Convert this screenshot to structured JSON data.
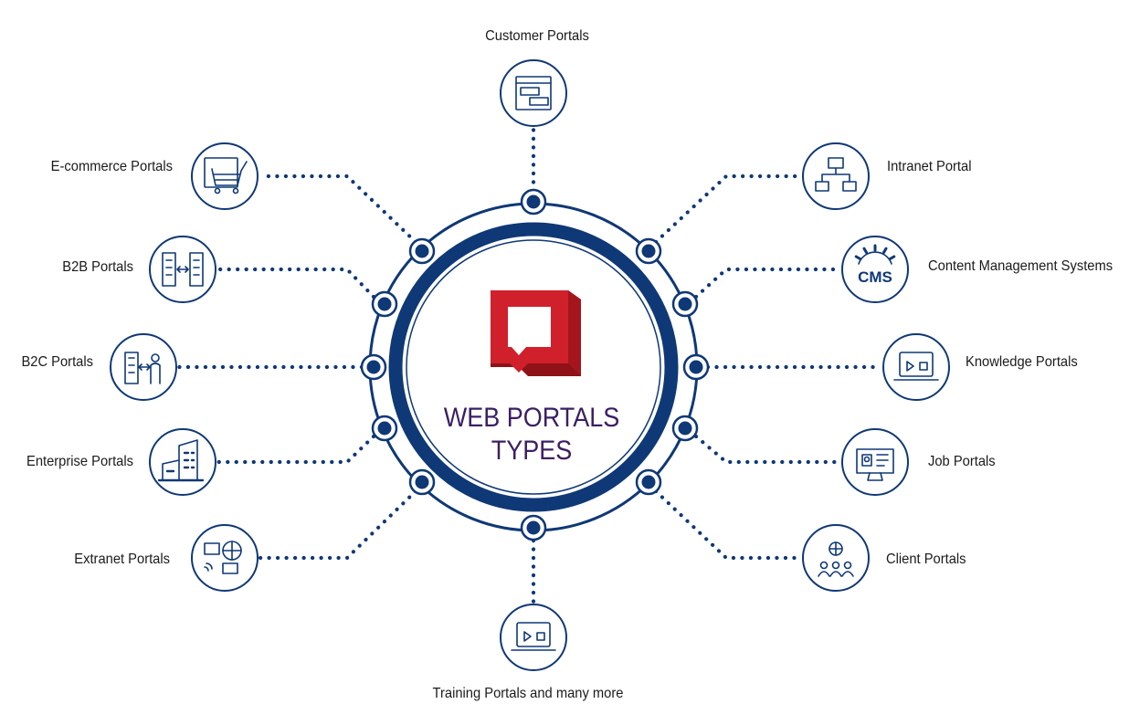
{
  "title": {
    "line1": "WEB PORTALS",
    "line2": "TYPES"
  },
  "colors": {
    "navy": "#0f3876",
    "logo_red": "#d0202b",
    "title_purple": "#3b1f63"
  },
  "portals": [
    {
      "label": "Customer Portals",
      "icon": "chat-window-icon"
    },
    {
      "label": "Intranet Portal",
      "icon": "network-computers-icon"
    },
    {
      "label": "Content Management Systems",
      "icon": "cms-gear-icon"
    },
    {
      "label": "Knowledge Portals",
      "icon": "video-laptop-icon"
    },
    {
      "label": "Job Portals",
      "icon": "job-profile-monitor-icon"
    },
    {
      "label": "Client Portals",
      "icon": "client-group-icon"
    },
    {
      "label": "Training Portals and many more",
      "icon": "training-video-laptop-icon"
    },
    {
      "label": "Extranet Portals",
      "icon": "extranet-globe-icon"
    },
    {
      "label": "Enterprise Portals",
      "icon": "enterprise-buildings-icon"
    },
    {
      "label": "B2C Portals",
      "icon": "b2c-building-people-icon"
    },
    {
      "label": "B2B Portals",
      "icon": "b2b-buildings-icon"
    },
    {
      "label": "E-commerce Portals",
      "icon": "shopping-cart-icon"
    }
  ]
}
